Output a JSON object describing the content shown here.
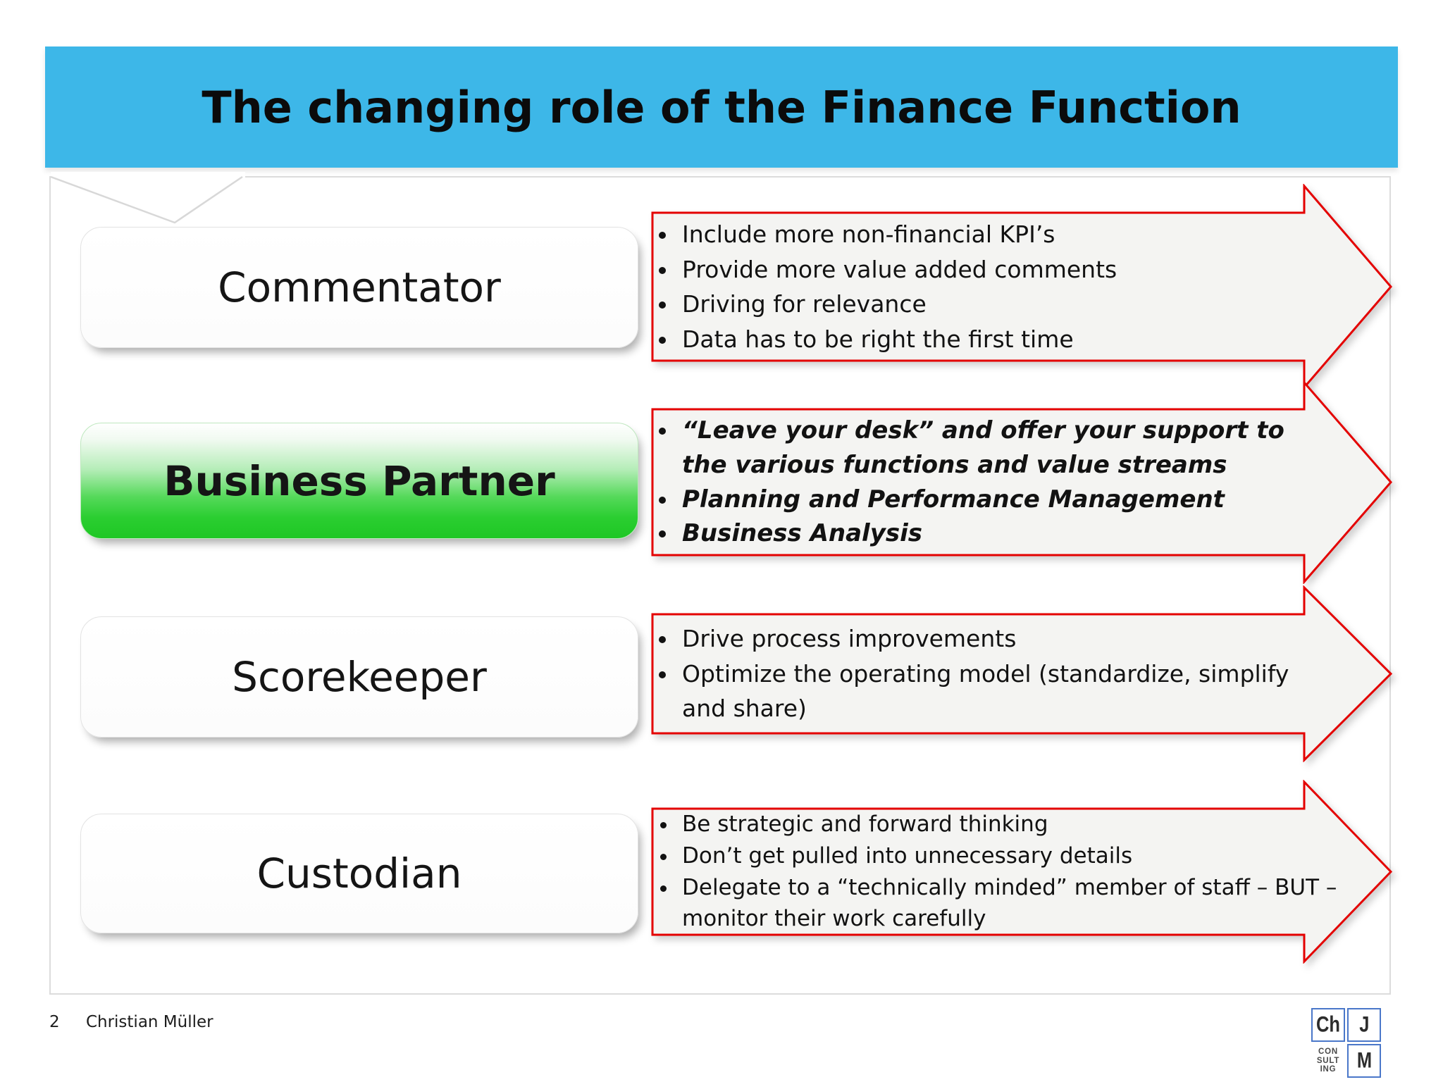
{
  "slide": {
    "title": "The changing role of the Finance Function",
    "page_number": "2",
    "author": "Christian Müller"
  },
  "colors": {
    "banner_blue": "#3db7e8",
    "arrow_border_red": "#e40000",
    "arrow_fill": "#f4f4f2",
    "highlight_green": "#2bce31",
    "logo_border_blue": "#4a77c9"
  },
  "roles": [
    {
      "label": "Commentator",
      "highlighted": false,
      "bullets": [
        "Include more non-financial KPI’s",
        "Provide more value added comments",
        "Driving for relevance",
        "Data has to be right the first time"
      ]
    },
    {
      "label": "Business Partner",
      "highlighted": true,
      "bullets": [
        "“Leave your desk” and offer your support to the various functions and value streams",
        "Planning and Performance Management",
        "Business Analysis"
      ]
    },
    {
      "label": "Scorekeeper",
      "highlighted": false,
      "bullets": [
        "Drive process improvements",
        "Optimize the operating model (standardize, simplify and share)"
      ]
    },
    {
      "label": "Custodian",
      "highlighted": false,
      "bullets": [
        "Be strategic and forward thinking",
        "Don’t get pulled into unnecessary details",
        "Delegate to a “technically minded” member of staff – BUT – monitor their work carefully"
      ]
    }
  ],
  "logo": {
    "top_left": "Ch",
    "top_right": "J",
    "bottom_right": "M",
    "consulting_lines": [
      "CON",
      "SULT",
      "ING"
    ]
  }
}
